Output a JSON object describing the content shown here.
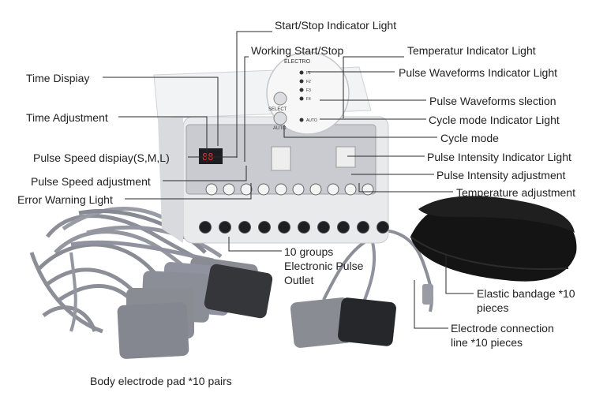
{
  "labels": {
    "start_stop_light": "Start/Stop Indicator Light",
    "working_start_stop": "Working Start/Stop",
    "temperature_light": "Temperatur Indicator Light",
    "time_display": "Time Dispiay",
    "pulse_waveforms_light": "Pulse Waveforms Indicator Light",
    "pulse_waveforms_selection": "Pulse Waveforms slection",
    "time_adjustment": "Time Adjustment",
    "cycle_mode_light": "Cycle mode Indicator Light",
    "cycle_mode": "Cycle mode",
    "pulse_speed_display": "Pulse Speed dispiay(S,M,L)",
    "pulse_intensity_light": "Pulse Intensity Indicator Light",
    "pulse_intensity_adjustment": "Pulse Intensity adjustment",
    "pulse_speed_adjustment": "Pulse Speed adjustment",
    "temperature_adjustment": "Temperature adjustment",
    "error_warning_light": "Error Warning Light",
    "outlet_line1": "10 groups",
    "outlet_line2": "Electronic Pulse",
    "outlet_line3": "Outlet",
    "bandage_line1": "Elastic bandage *10",
    "bandage_line2": "pieces",
    "connection_line1": "Electrode connection",
    "connection_line2": "line *10 pieces",
    "body_pads": "Body electrode pad *10 pairs"
  },
  "device": {
    "panel_text": "ELECTRO",
    "select_label": "SELECT",
    "auto_label": "AUTO",
    "wave_leds": [
      "F1",
      "F2",
      "F3",
      "F4"
    ],
    "auto_led": "AUTO",
    "display_digits": "88",
    "knob_count": 10,
    "outlet_count": 10
  },
  "colors": {
    "device_body": "#e9eaec",
    "panel": "#c9cbd0",
    "cable": "#8d8f98",
    "pad": "#8a8c94",
    "bandage": "#141414",
    "leader": "#2a2a2a"
  }
}
